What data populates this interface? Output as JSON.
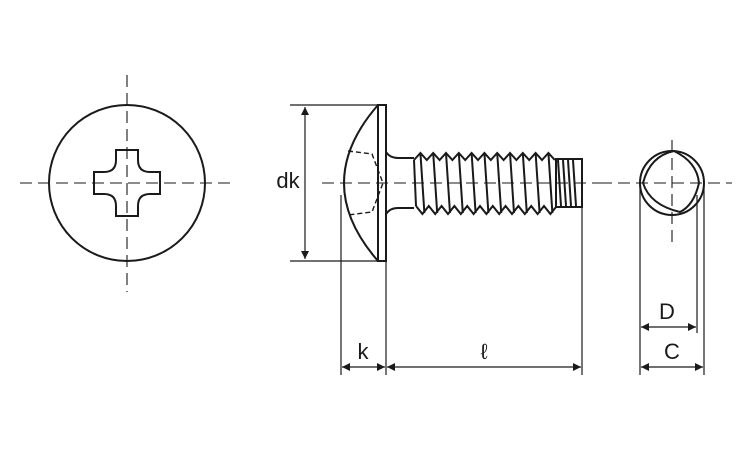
{
  "labels": {
    "head_diameter": "dk",
    "head_height": "k",
    "length": "ℓ",
    "thread_diameter": "D",
    "thread_outer": "C"
  }
}
